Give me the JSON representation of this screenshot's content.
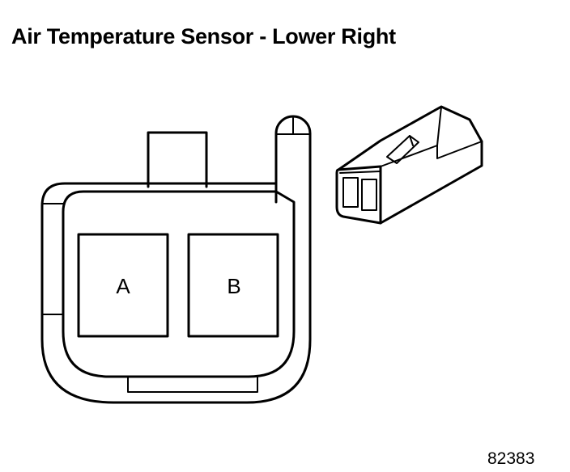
{
  "title": "Air Temperature Sensor - Lower Right",
  "figure_number": "82383",
  "connector": {
    "cavities": [
      {
        "label": "A"
      },
      {
        "label": "B"
      }
    ]
  }
}
